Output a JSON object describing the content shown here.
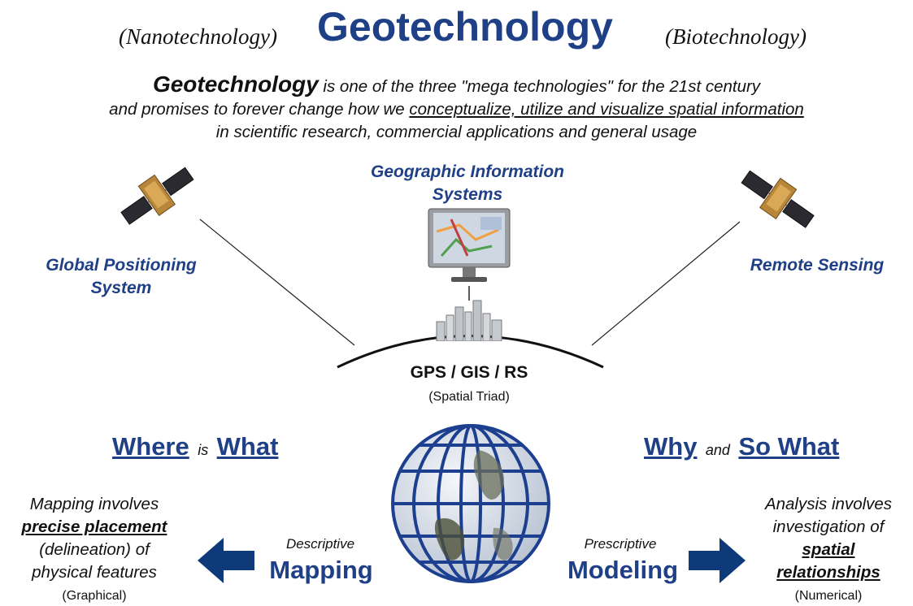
{
  "header": {
    "left_note": "(Nanotechnology)",
    "title": "Geotechnology",
    "right_note": "(Biotechnology)"
  },
  "intro": {
    "bold_term": "Geotechnology",
    "line1_rest": " is one of the three \"mega technologies\" for the 21st century",
    "line2_prefix": "and promises to forever change how we ",
    "line2_underlined": "conceptualize, utilize and visualize spatial information",
    "line3": "in scientific research, commercial applications and general usage"
  },
  "triad": {
    "gps_line1": "Global Positioning",
    "gps_line2": "System",
    "gis_line1": "Geographic Information",
    "gis_line2": "Systems",
    "rs_label": "Remote Sensing",
    "acronym": "GPS / GIS / RS",
    "caption": "(Spatial Triad)"
  },
  "left_panel": {
    "where": "Where",
    "is": "is",
    "what": "What",
    "text1": "Mapping involves",
    "text2": "precise placement",
    "text3": "(delineation) of",
    "text4": "physical features",
    "paren": "(Graphical)",
    "small": "Descriptive",
    "big": "Mapping"
  },
  "right_panel": {
    "why": "Why",
    "and": "and",
    "so_what": "So What",
    "text1": "Analysis involves",
    "text2": "investigation of",
    "text3": "spatial",
    "text4": "relationships",
    "paren": "(Numerical)",
    "small": "Prescriptive",
    "big": "Modeling"
  },
  "colors": {
    "accent": "#1f3f86",
    "text": "#111111"
  },
  "icons": [
    "satellite-left-icon",
    "monitor-icon",
    "city-icon",
    "satellite-right-icon",
    "globe-icon",
    "arrow-left-icon",
    "arrow-right-icon"
  ]
}
